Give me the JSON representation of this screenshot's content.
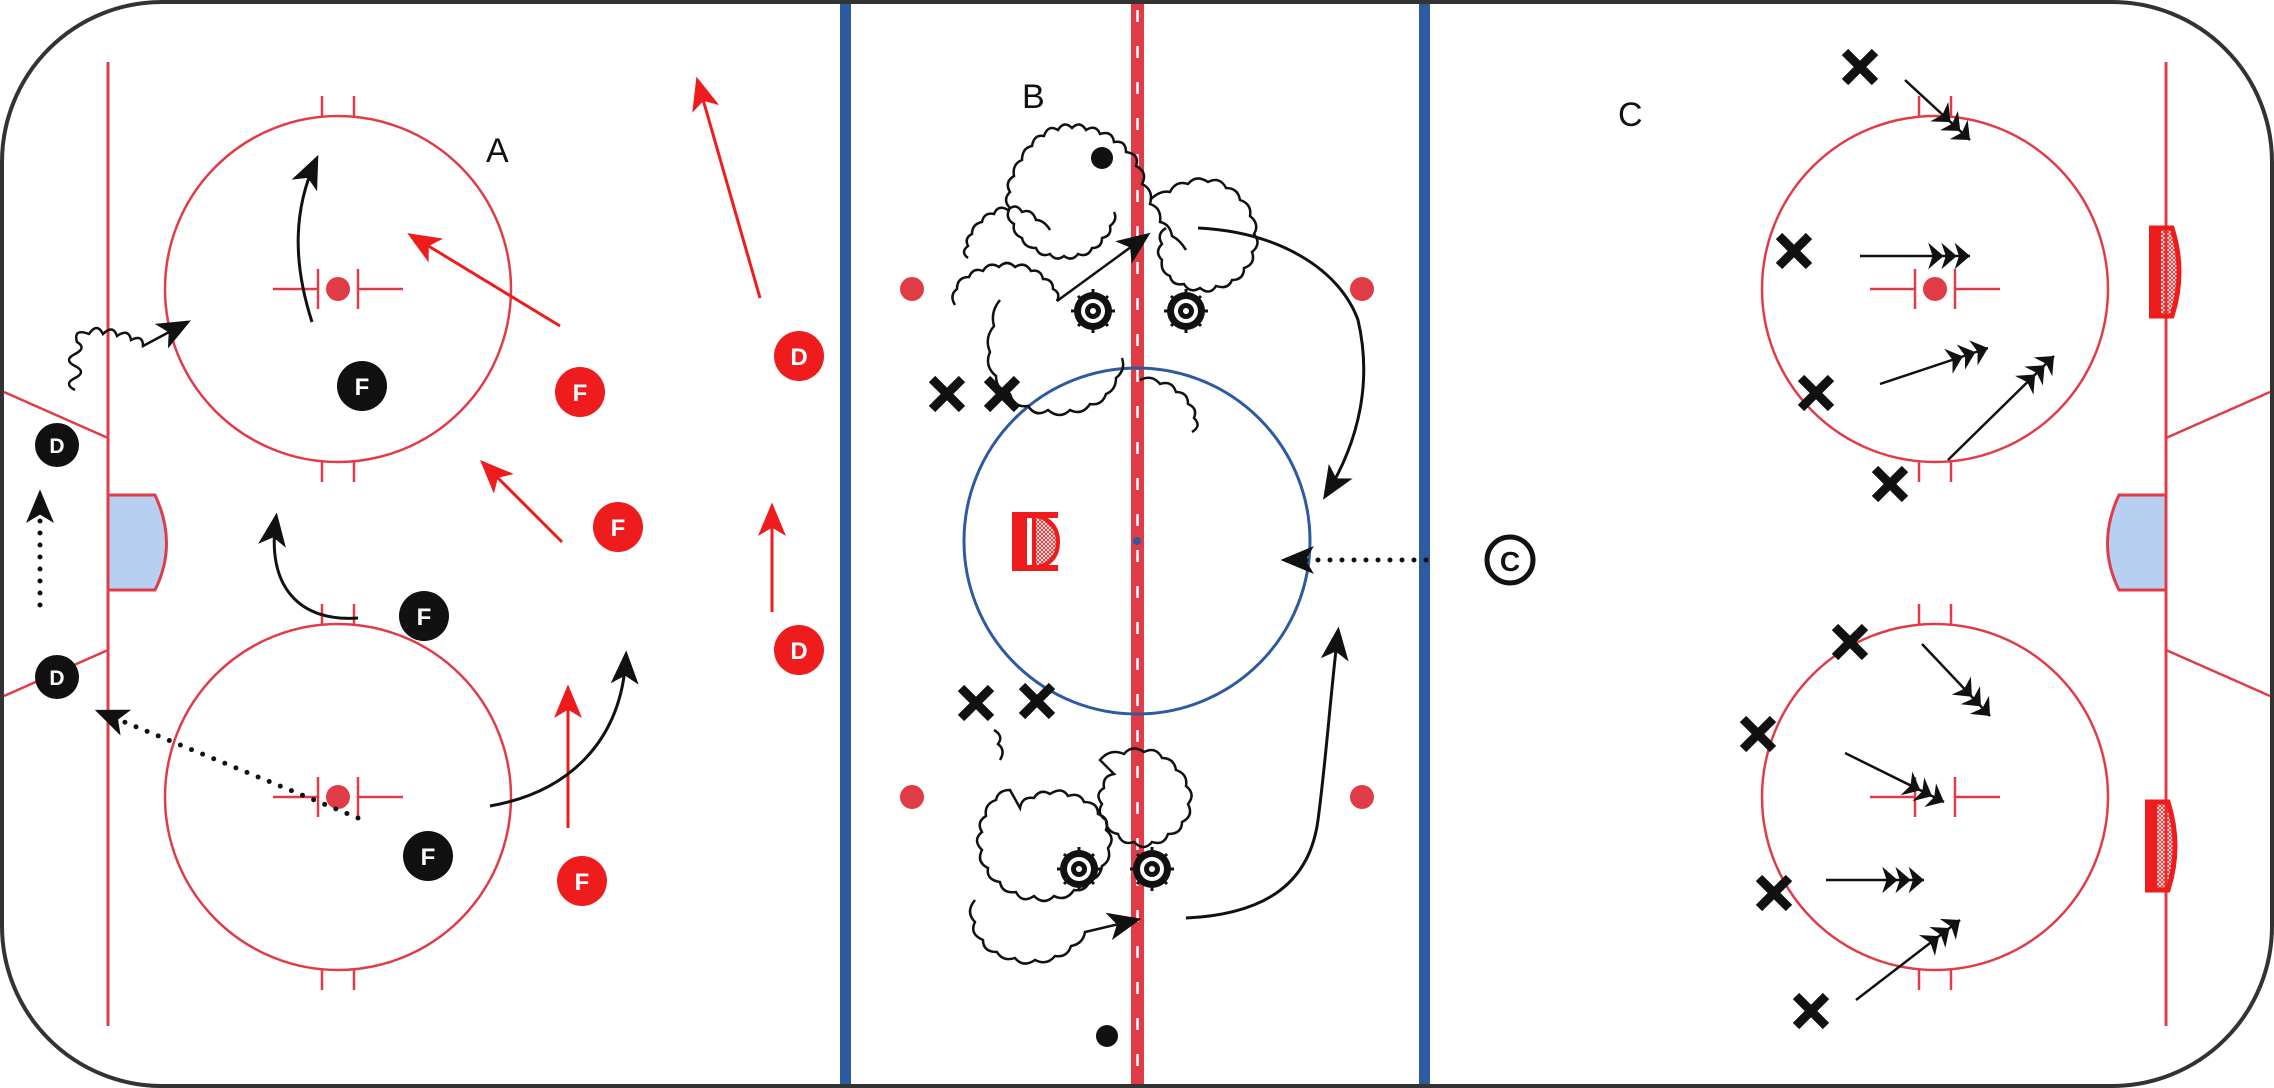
{
  "colors": {
    "board": "#333333",
    "red_line": "#e03c48",
    "blue_line": "#2d5aa0",
    "crease": "#b7cff0",
    "center_circle": "#2d5aa0",
    "offense_red": "#ee1c1c",
    "dark": "#111111"
  },
  "zones": {
    "a": {
      "label": "A"
    },
    "b": {
      "label": "B"
    },
    "c": {
      "label": "C"
    }
  },
  "tokens": {
    "black_d_top": {
      "label": "D",
      "color": "black"
    },
    "black_d_bottom": {
      "label": "D",
      "color": "black"
    },
    "black_f_1": {
      "label": "F",
      "color": "black"
    },
    "black_f_2": {
      "label": "F",
      "color": "black"
    },
    "black_f_3": {
      "label": "F",
      "color": "black"
    },
    "red_f_1": {
      "label": "F",
      "color": "red"
    },
    "red_f_2": {
      "label": "F",
      "color": "red"
    },
    "red_f_3": {
      "label": "F",
      "color": "red"
    },
    "red_d_1": {
      "label": "D",
      "color": "red"
    },
    "red_d_2": {
      "label": "D",
      "color": "red"
    }
  },
  "coach_symbol": {
    "label": "C"
  },
  "icons": [
    "x-mark-icon",
    "tire-icon",
    "puck-icon",
    "portable-net-icon",
    "arrow-icon",
    "coach-icon"
  ]
}
